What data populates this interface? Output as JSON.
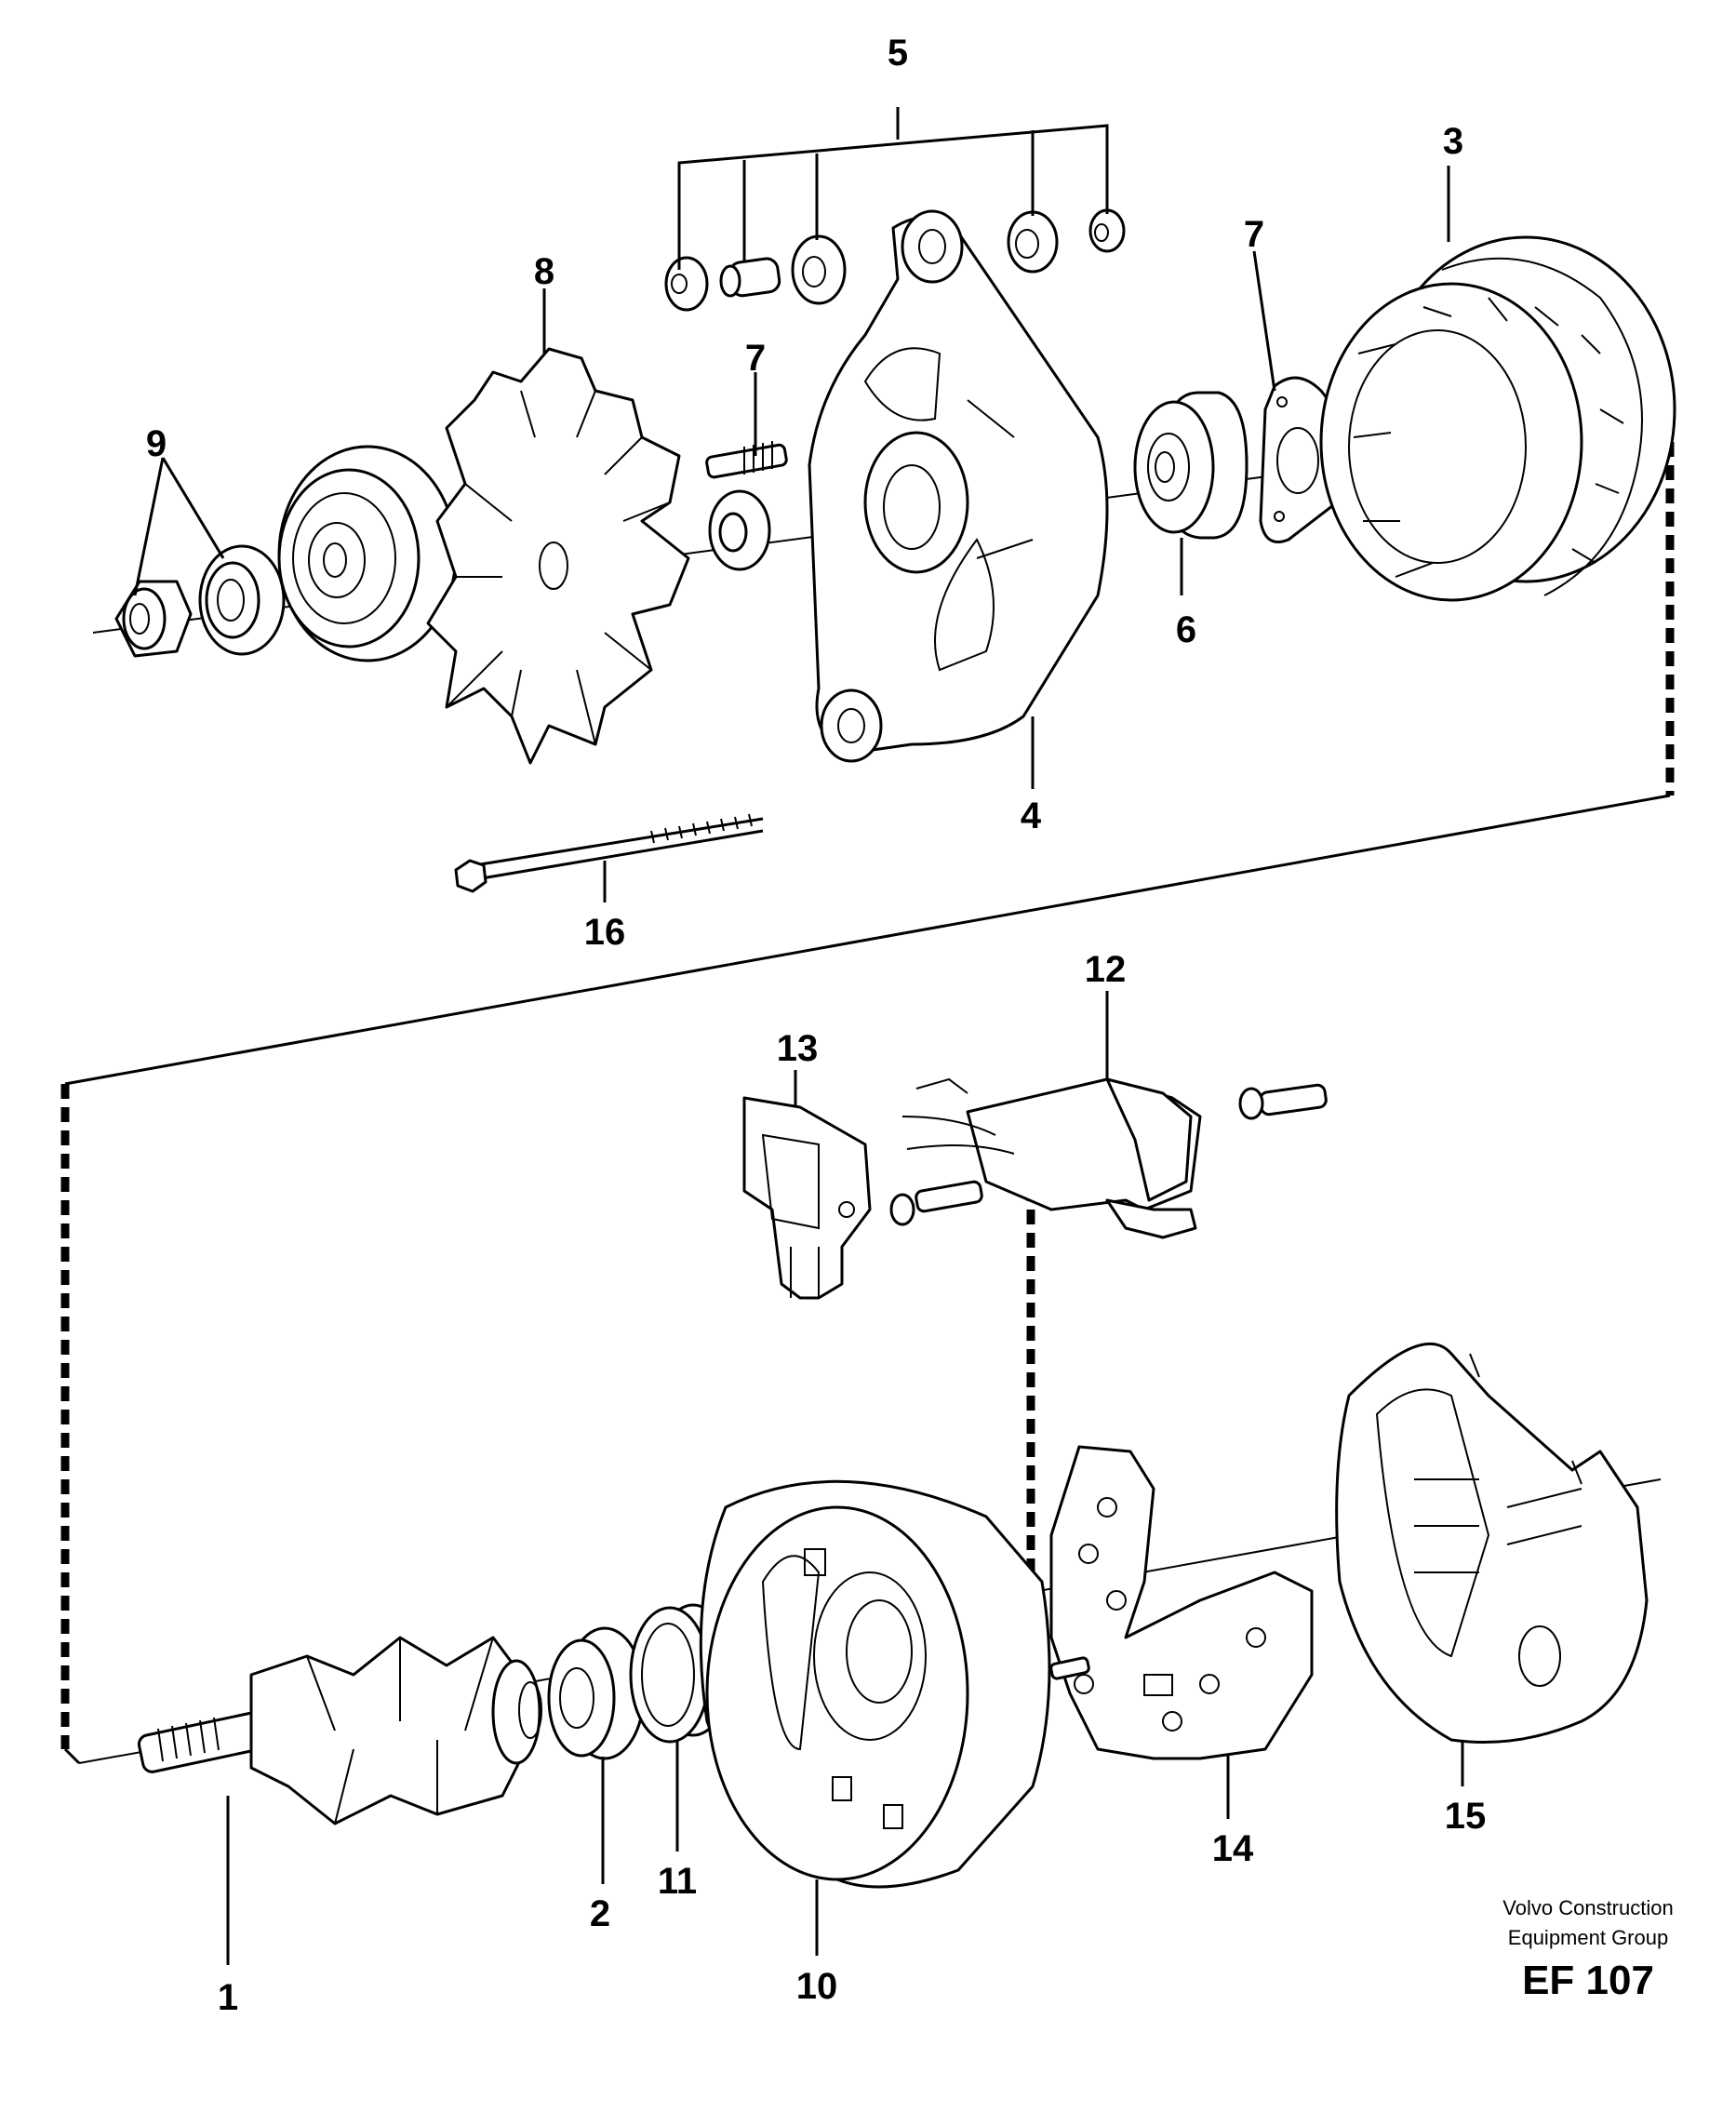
{
  "callouts": {
    "c1": "1",
    "c2": "2",
    "c3": "3",
    "c4": "4",
    "c5": "5",
    "c6": "6",
    "c7a": "7",
    "c7b": "7",
    "c8": "8",
    "c9": "9",
    "c10": "10",
    "c11": "11",
    "c12": "12",
    "c13": "13",
    "c14": "14",
    "c15": "15",
    "c16": "16"
  },
  "footer": {
    "line1": "Volvo Construction",
    "line2": "Equipment Group",
    "code": "EF 107"
  }
}
